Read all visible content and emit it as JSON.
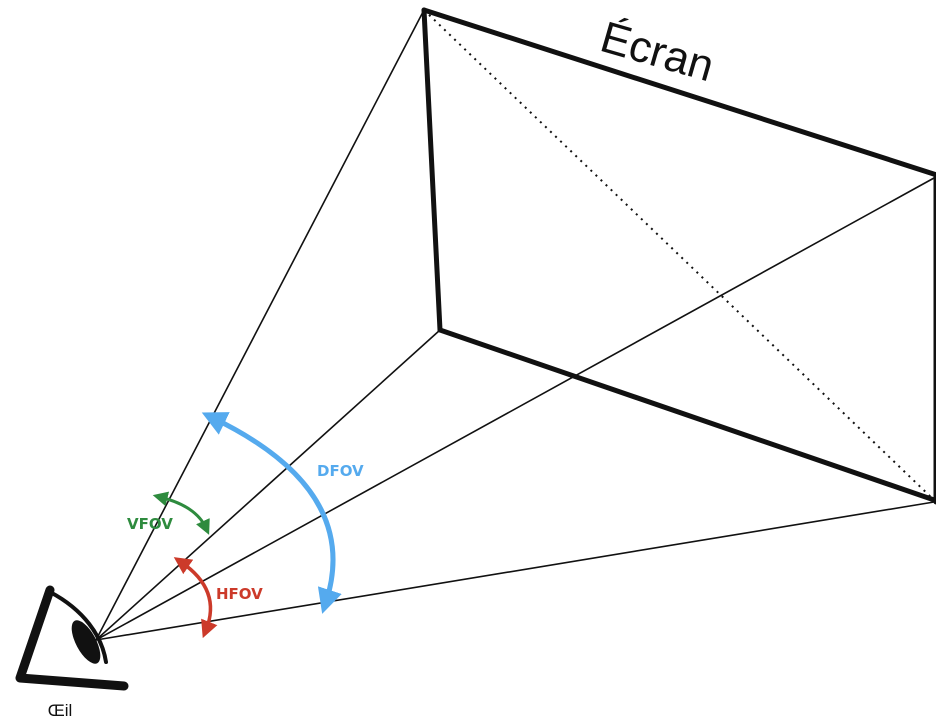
{
  "screen_label": "Écran",
  "eye_label": "Œil",
  "angles": {
    "dfov": {
      "label": "DFOV",
      "color": "#55aaee"
    },
    "vfov": {
      "label": "VFOV",
      "color": "#2e8b3e"
    },
    "hfov": {
      "label": "HFOV",
      "color": "#cc3a2a"
    }
  },
  "line_color": "#111111"
}
